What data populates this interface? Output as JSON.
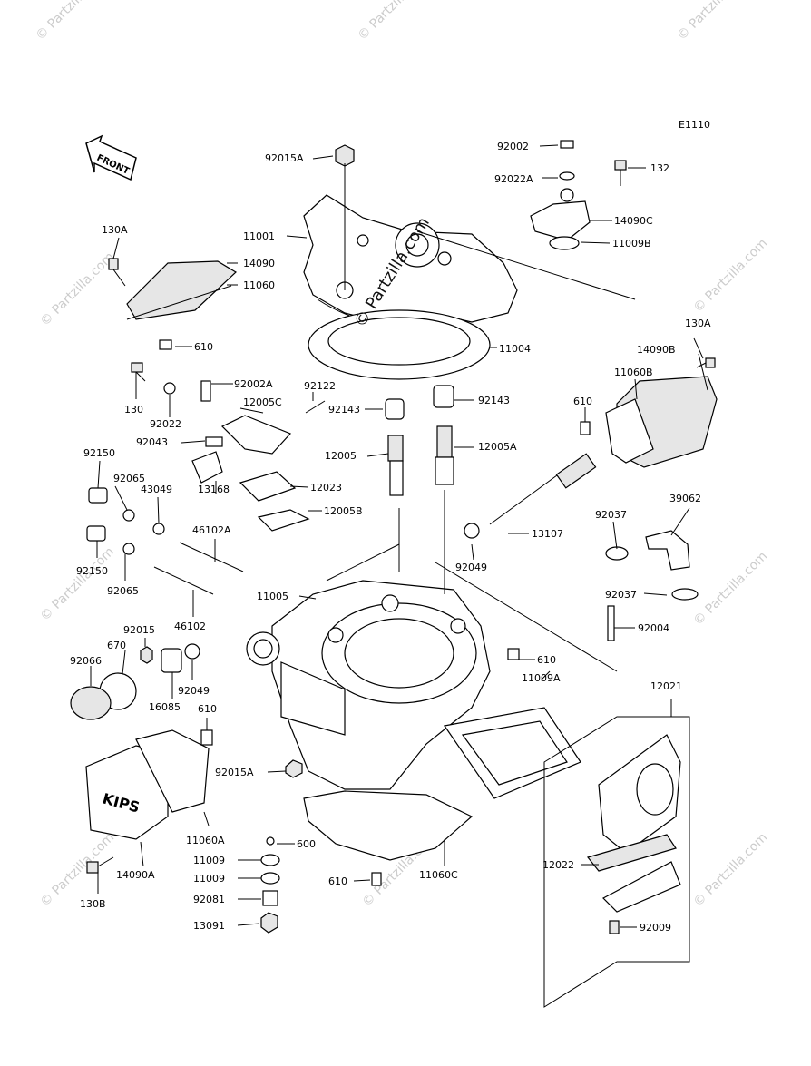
{
  "diagram_code": "E1110",
  "front_label": "FRONT",
  "center_watermark": "© Partzilla.com",
  "watermark_text": "© Partzilla.com",
  "kips_text": "KIPS",
  "labels": {
    "p92015A_top": "92015A",
    "p11001": "11001",
    "p130A_left": "130A",
    "p14090": "14090",
    "p11060": "11060",
    "p610_a": "610",
    "p130": "130",
    "p92022": "92022",
    "p92002A_mid": "92002A",
    "p92122": "92122",
    "p12005C": "12005C",
    "p92143_a": "92143",
    "p92143_b": "92143",
    "p92043": "92043",
    "p12005": "12005",
    "p12005A": "12005A",
    "p92150_a": "92150",
    "p92065_a": "92065",
    "p43049": "43049",
    "p12023": "12023",
    "p13168": "13168",
    "p12005B": "12005B",
    "p46102A": "46102A",
    "p92150_b": "92150",
    "p92065_b": "92065",
    "p11005": "11005",
    "p46102": "46102",
    "p92002_top": "92002",
    "p92022A": "92022A",
    "p132": "132",
    "p14090C": "14090C",
    "p11009B": "11009B",
    "p11004": "11004",
    "p130A_right": "130A",
    "p14090B": "14090B",
    "p11060B": "11060B",
    "p610_b": "610",
    "p13107": "13107",
    "p92037_a": "92037",
    "p39062": "39062",
    "p92049_a": "92049",
    "p92037_b": "92037",
    "p92004": "92004",
    "p610_c": "610",
    "p11009A": "11009A",
    "p12021": "12021",
    "p92015": "92015",
    "p670": "670",
    "p92066": "92066",
    "p92049_b": "92049",
    "p16085": "16085",
    "p610_d": "610",
    "p92015A_bot": "92015A",
    "p11060A": "11060A",
    "p600": "600",
    "p11009_a": "11009",
    "p11009_b": "11009",
    "p92081": "92081",
    "p13091": "13091",
    "p14090A": "14090A",
    "p130B": "130B",
    "p610_e": "610",
    "p11060C": "11060C",
    "p12022": "12022",
    "p92009": "92009"
  }
}
